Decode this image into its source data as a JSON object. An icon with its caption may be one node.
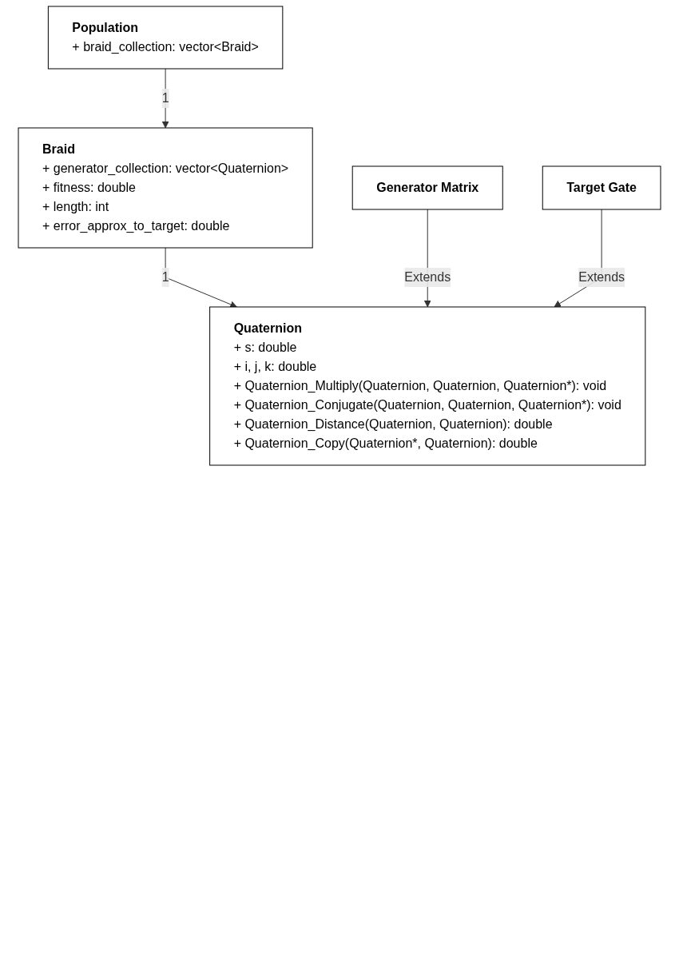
{
  "diagram": {
    "nodes": [
      {
        "text": [
          "Population",
          "+ braid_collection: vector<Braid>"
        ]
      },
      {
        "text": [
          "Braid",
          "+ generator_collection: vector<Quaternion>",
          "+ fitness: double",
          "+ length: int",
          "+ error_approx_to_target: double"
        ]
      },
      {
        "text": [
          "Quaternion",
          "+ s: double",
          "+ i, j, k: double",
          "+ Quaternion_Multiply(Quaternion, Quaternion, Quaternion*): void",
          "+ Quaternion_Conjugate(Quaternion, Quaternion, Quaternion*): void",
          "+ Quaternion_Distance(Quaternion, Quaternion): double",
          "+ Quaternion_Copy(Quaternion*, Quaternion): double"
        ]
      },
      {
        "text": [
          "Generator Matrix"
        ]
      },
      {
        "text": [
          "Target Gate"
        ]
      }
    ],
    "edges": [
      {
        "from": 0,
        "to": 1,
        "arrow": "to",
        "label": "1"
      },
      {
        "from": 1,
        "to": 2,
        "arrow": "to",
        "label": "1"
      },
      {
        "from": 3,
        "to": 2,
        "arrow": "to",
        "label": "Extends"
      },
      {
        "from": 4,
        "to": 2,
        "arrow": "to",
        "label": "Extends"
      }
    ]
  }
}
